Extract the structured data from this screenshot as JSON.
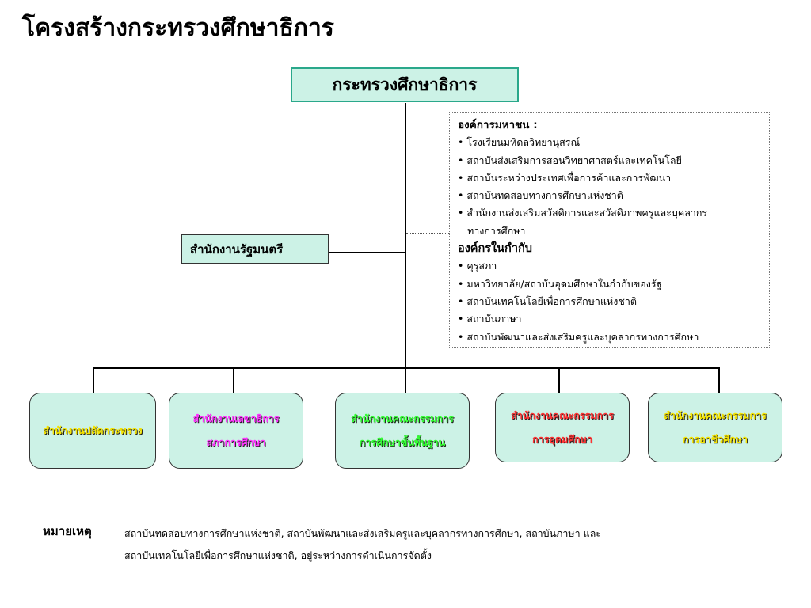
{
  "title": "โครงสร้างกระทรวงศึกษาธิการ",
  "ministry": "กระทรวงศึกษาธิการ",
  "minister_office": "สำนักงานรัฐมนตรี",
  "info": {
    "public_header": "องค์การมหาชน :",
    "public_items": [
      "• โรงเรียนมหิดลวิทยานุสรณ์",
      "• สถาบันส่งเสริมการสอนวิทยาศาสตร์และเทคโนโลยี",
      "• สถาบันระหว่างประเทศเพื่อการค้าและการพัฒนา",
      "• สถาบันทดสอบทางการศึกษาแห่งชาติ",
      "• สำนักงานส่งเสริมสวัสดิการและสวัสดิภาพครูและบุคลากร",
      "ทางการศึกษา"
    ],
    "oversight_header": "องค์กรในกำกับ",
    "oversight_items": [
      "• คุรุสภา",
      "• มหาวิทยาลัย/สถาบันอุดมศึกษาในกำกับของรัฐ",
      "• สถาบันเทคโนโลยีเพื่อการศึกษาแห่งชาติ",
      "• สถาบันภาษา",
      "• สถาบันพัฒนาและส่งเสริมครูและบุคลากรทางการศึกษา"
    ]
  },
  "units": [
    {
      "line1": "สำนักงานปลัดกระทรวง",
      "line2": "",
      "color": "#f5e400"
    },
    {
      "line1": "สำนักงานเลขาธิการ",
      "line2": "สภาการศึกษา",
      "color": "#ff33ff"
    },
    {
      "line1": "สำนักงานคณะกรรมการ",
      "line2": "การศึกษาขั้นพื้นฐาน",
      "color": "#33ff33"
    },
    {
      "line1": "สำนักงานคณะกรรมการ",
      "line2": "การอุดมศึกษา",
      "color": "#ff3333"
    },
    {
      "line1": "สำนักงานคณะกรรมการ",
      "line2": "การอาชีวศึกษา",
      "color": "#f5e400"
    }
  ],
  "note": {
    "label": "หมายเหตุ",
    "line1": "สถาบันทดสอบทางการศึกษาแห่งชาติ, สถาบันพัฒนาและส่งเสริมครูและบุคลากรทางการศึกษา, สถาบันภาษา และ",
    "line2": "สถาบันเทคโนโลยีเพื่อการศึกษาแห่งชาติ, อยู่ระหว่างการดำเนินการจัดตั้ง"
  }
}
